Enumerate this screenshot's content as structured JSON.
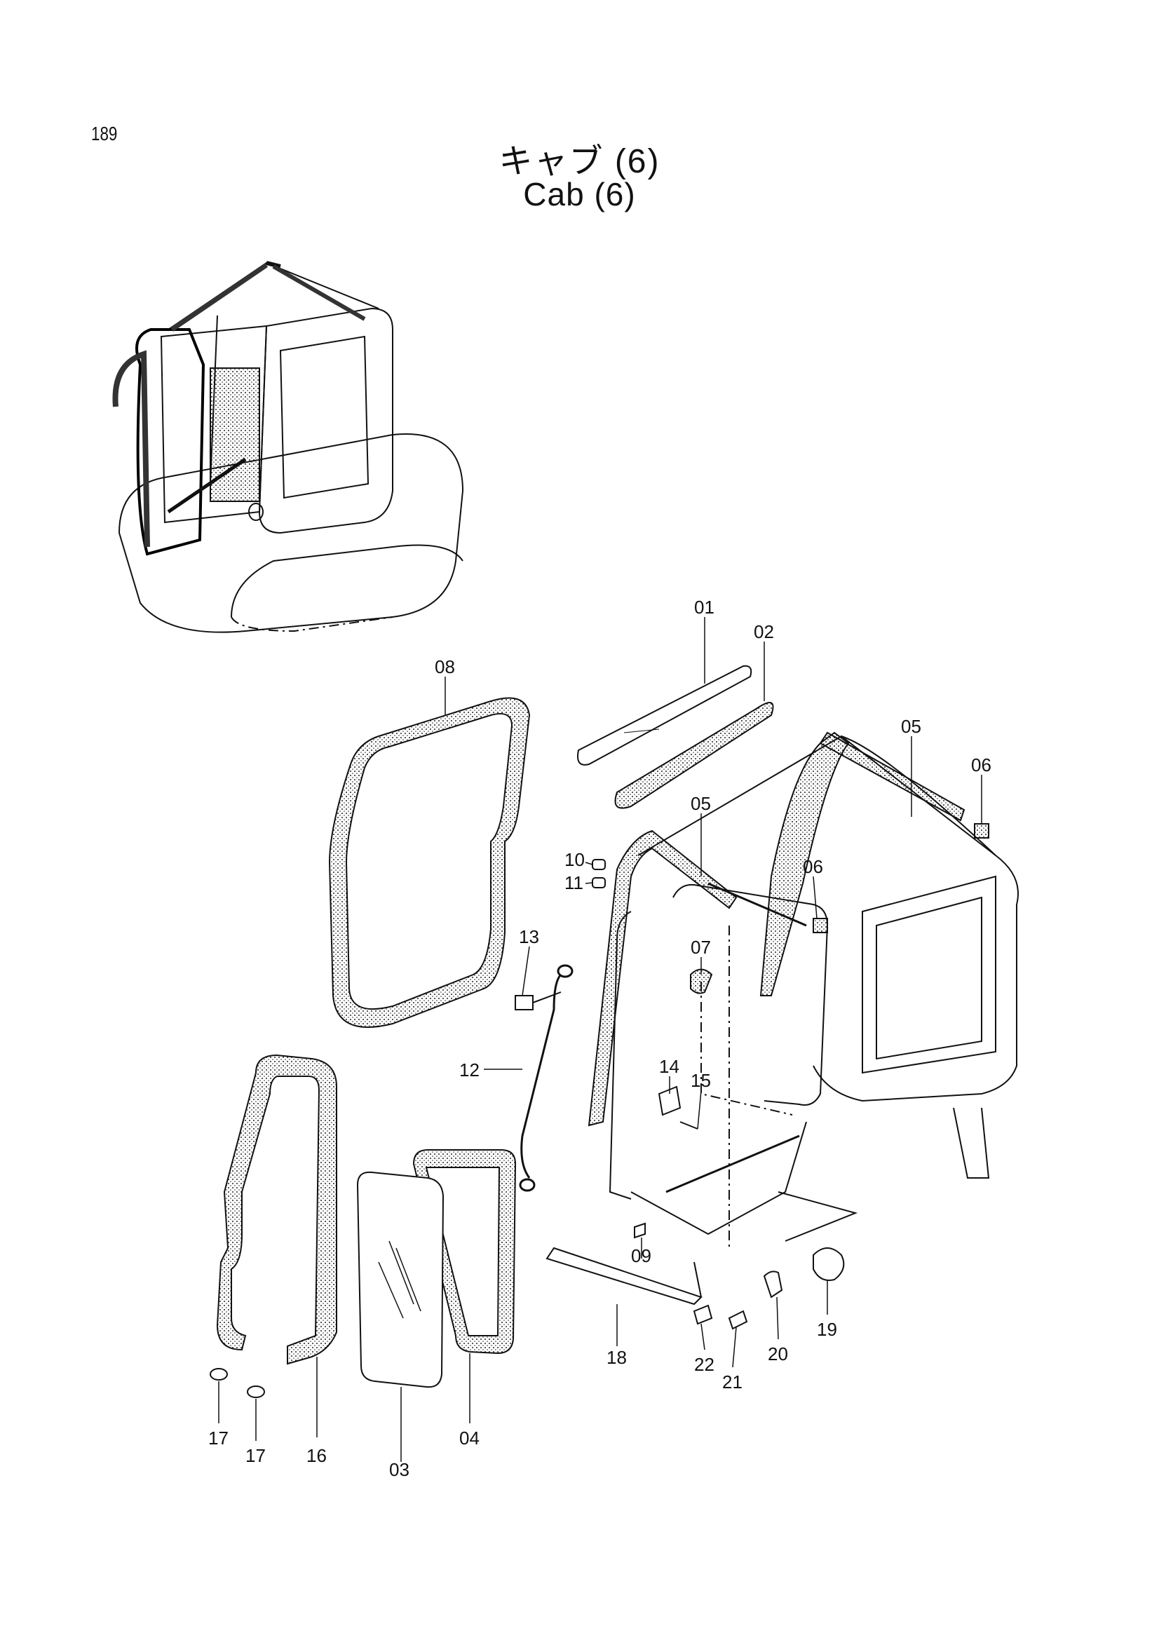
{
  "page_number": "189",
  "title_jp": "キャブ (6)",
  "title_en": "Cab (6)",
  "callouts": [
    "01",
    "02",
    "03",
    "04",
    "05",
    "05",
    "06",
    "06",
    "07",
    "08",
    "09",
    "10",
    "11",
    "12",
    "13",
    "14",
    "15",
    "16",
    "17",
    "17",
    "18",
    "19",
    "20",
    "21",
    "22"
  ]
}
